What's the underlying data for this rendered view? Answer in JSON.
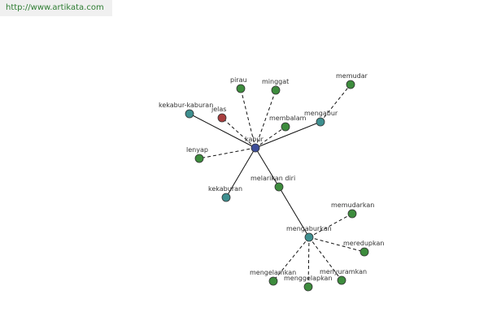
{
  "source": {
    "url": "http://www.artikata.com"
  },
  "colors": {
    "center": "#3d4e9a",
    "teal": "#3e8f8f",
    "green": "#3d8c3d",
    "red": "#a83e3e",
    "edge": "#111111"
  },
  "graph": {
    "nodes": [
      {
        "id": "kabur",
        "label": "kabur",
        "color": "center"
      },
      {
        "id": "pirau",
        "label": "pirau",
        "color": "green"
      },
      {
        "id": "minggat",
        "label": "minggat",
        "color": "green"
      },
      {
        "id": "memudar",
        "label": "memudar",
        "color": "green"
      },
      {
        "id": "kekabur-kaburan",
        "label": "kekabur-kaburan",
        "color": "teal"
      },
      {
        "id": "jelas",
        "label": "jelas",
        "color": "red"
      },
      {
        "id": "mengabur",
        "label": "mengabur",
        "color": "teal"
      },
      {
        "id": "membalam",
        "label": "membalam",
        "color": "green"
      },
      {
        "id": "lenyap",
        "label": "lenyap",
        "color": "green"
      },
      {
        "id": "melarikan-diri",
        "label": "melarikan diri",
        "color": "green"
      },
      {
        "id": "kekaburan",
        "label": "kekaburan",
        "color": "teal"
      },
      {
        "id": "mengaburkan",
        "label": "mengaburkan",
        "color": "teal"
      },
      {
        "id": "memudarkan",
        "label": "memudarkan",
        "color": "green"
      },
      {
        "id": "meredupkan",
        "label": "meredupkan",
        "color": "green"
      },
      {
        "id": "mengelamkan",
        "label": "mengelamkan",
        "color": "green"
      },
      {
        "id": "menyuramkan",
        "label": "menyuramkan",
        "color": "green"
      },
      {
        "id": "menggelapkan",
        "label": "menggelapkan",
        "color": "green"
      }
    ],
    "edges": [
      {
        "from": "kabur",
        "to": "pirau",
        "style": "dashed"
      },
      {
        "from": "kabur",
        "to": "minggat",
        "style": "dashed"
      },
      {
        "from": "kabur",
        "to": "kekabur-kaburan",
        "style": "solid"
      },
      {
        "from": "kabur",
        "to": "jelas",
        "style": "dashed"
      },
      {
        "from": "kabur",
        "to": "mengabur",
        "style": "solid"
      },
      {
        "from": "kabur",
        "to": "membalam",
        "style": "dashed"
      },
      {
        "from": "kabur",
        "to": "lenyap",
        "style": "dashed"
      },
      {
        "from": "kabur",
        "to": "melarikan-diri",
        "style": "solid"
      },
      {
        "from": "kabur",
        "to": "kekaburan",
        "style": "solid"
      },
      {
        "from": "mengabur",
        "to": "memudar",
        "style": "dashed"
      },
      {
        "from": "melarikan-diri",
        "to": "mengaburkan",
        "style": "solid"
      },
      {
        "from": "mengaburkan",
        "to": "memudarkan",
        "style": "dashed"
      },
      {
        "from": "mengaburkan",
        "to": "meredupkan",
        "style": "dashed"
      },
      {
        "from": "mengaburkan",
        "to": "mengelamkan",
        "style": "dashed"
      },
      {
        "from": "mengaburkan",
        "to": "menyuramkan",
        "style": "dashed"
      },
      {
        "from": "mengaburkan",
        "to": "menggelapkan",
        "style": "dashed"
      }
    ]
  }
}
